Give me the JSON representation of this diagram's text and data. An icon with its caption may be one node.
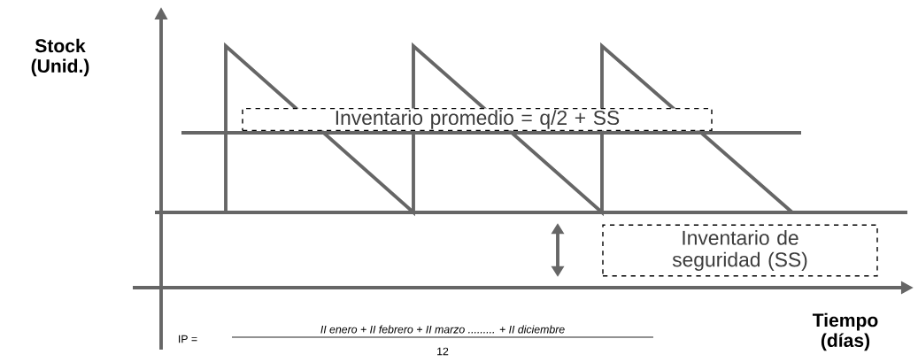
{
  "diagram": {
    "nodes": [
      {
        "text": [
          "Inventario promedio = q/2 + SS"
        ]
      },
      {
        "text": [
          "Inventario de seguridad (SS)"
        ]
      }
    ],
    "labels": [
      "Stock (Unid.)",
      "Tiempo (días)",
      "IP =",
      "II enero + II febrero + II marzo ......... + II diciembre",
      "12"
    ]
  }
}
